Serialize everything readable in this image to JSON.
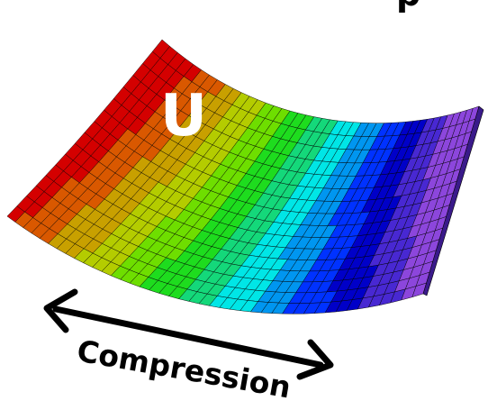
{
  "figure": {
    "top_partial_text": "ρ",
    "displacement_label": "U",
    "arrow_label": "Compression"
  },
  "mesh": {
    "columns": 42,
    "rows": 16,
    "line_color": "#000000",
    "colormap": [
      "#d40000",
      "#d95800",
      "#c8a000",
      "#b4cc00",
      "#6ede00",
      "#1edc1e",
      "#14d87a",
      "#00e6e6",
      "#0096f0",
      "#0032ff",
      "#0000c8",
      "#4828d2",
      "#8c46dc"
    ]
  },
  "colors": {
    "arrow": "#000000",
    "label_fill": "#ffffff"
  }
}
